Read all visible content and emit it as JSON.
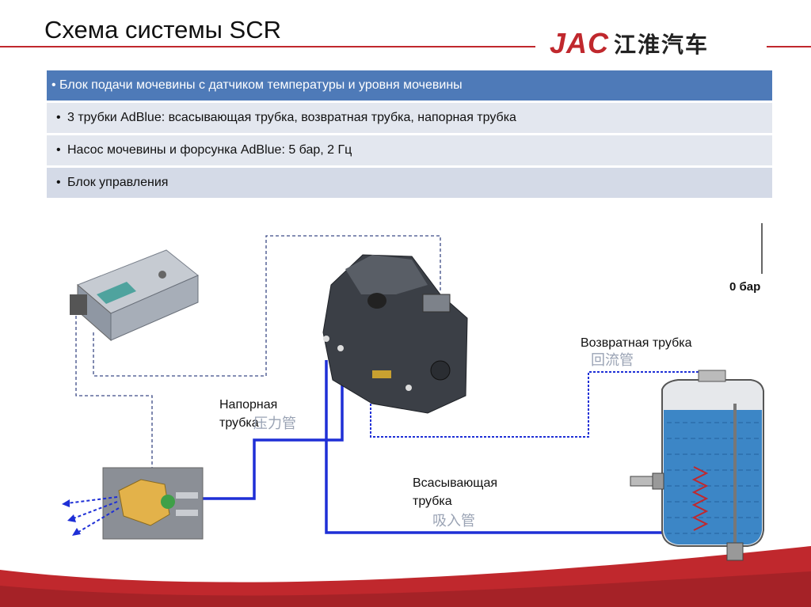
{
  "slide": {
    "title": "Схема системы SCR"
  },
  "logo": {
    "brand": "JAC",
    "chinese": "江淮汽车"
  },
  "panel": {
    "items": [
      "Блок подачи мочевины с датчиком температуры и уровня мочевины",
      "3 трубки AdBlue: всасывающая трубка, возвратная трубка, напорная трубка",
      "Насос мочевины и форсунка AdBlue: 5 бар, 2 Гц",
      "Блок управления"
    ]
  },
  "diagram": {
    "pressure_reading": "0 бар",
    "return_line": {
      "label": "Возвратная трубка",
      "chinese": "回流管"
    },
    "pressure_line": {
      "label_line1": "Напорная",
      "label_line2": "трубка",
      "chinese": "压力管"
    },
    "suction_line": {
      "label_line1": "Всасывающая",
      "label_line2": "трубка",
      "chinese": "吸入管"
    }
  },
  "colors": {
    "accent_red": "#c0282d",
    "panel_header": "#4e7ab8",
    "line_blue": "#1e2fd6",
    "tank_fluid": "#3c86c6"
  }
}
